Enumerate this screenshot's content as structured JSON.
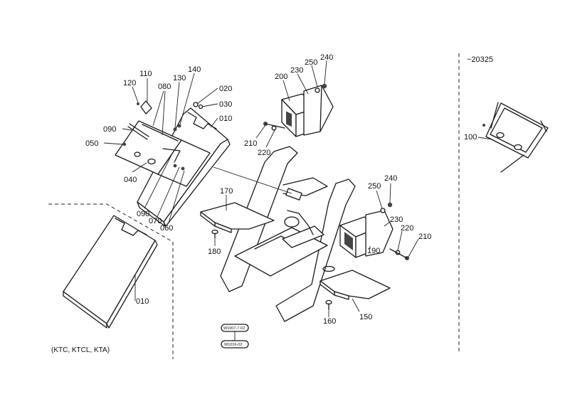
{
  "callouts": {
    "c110": "110",
    "c120": "120",
    "c080": "080",
    "c130": "130",
    "c140": "140",
    "c020": "020",
    "c030": "030",
    "c010a": "010",
    "c090a": "090",
    "c050": "050",
    "c040": "040",
    "c090b": "090",
    "c070": "070",
    "c060": "060",
    "c010b": "010",
    "c200": "200",
    "c230a": "230",
    "c250a": "250",
    "c240a": "240",
    "c210a": "210",
    "c220a": "220",
    "c170": "170",
    "c180": "180",
    "c240b": "240",
    "c250b": "250",
    "c230b": "230",
    "c220b": "220",
    "c210b": "210",
    "c190": "190",
    "c160": "160",
    "c150": "150",
    "c100": "100"
  },
  "serial_range": "~20325",
  "model_note": "(KTC, KTCL, KTA)",
  "drawing_codes": {
    "upper": "W1007-7-02",
    "lower": "W1016-02"
  },
  "colors": {
    "line": "#1a1a1a",
    "background": "#ffffff"
  }
}
